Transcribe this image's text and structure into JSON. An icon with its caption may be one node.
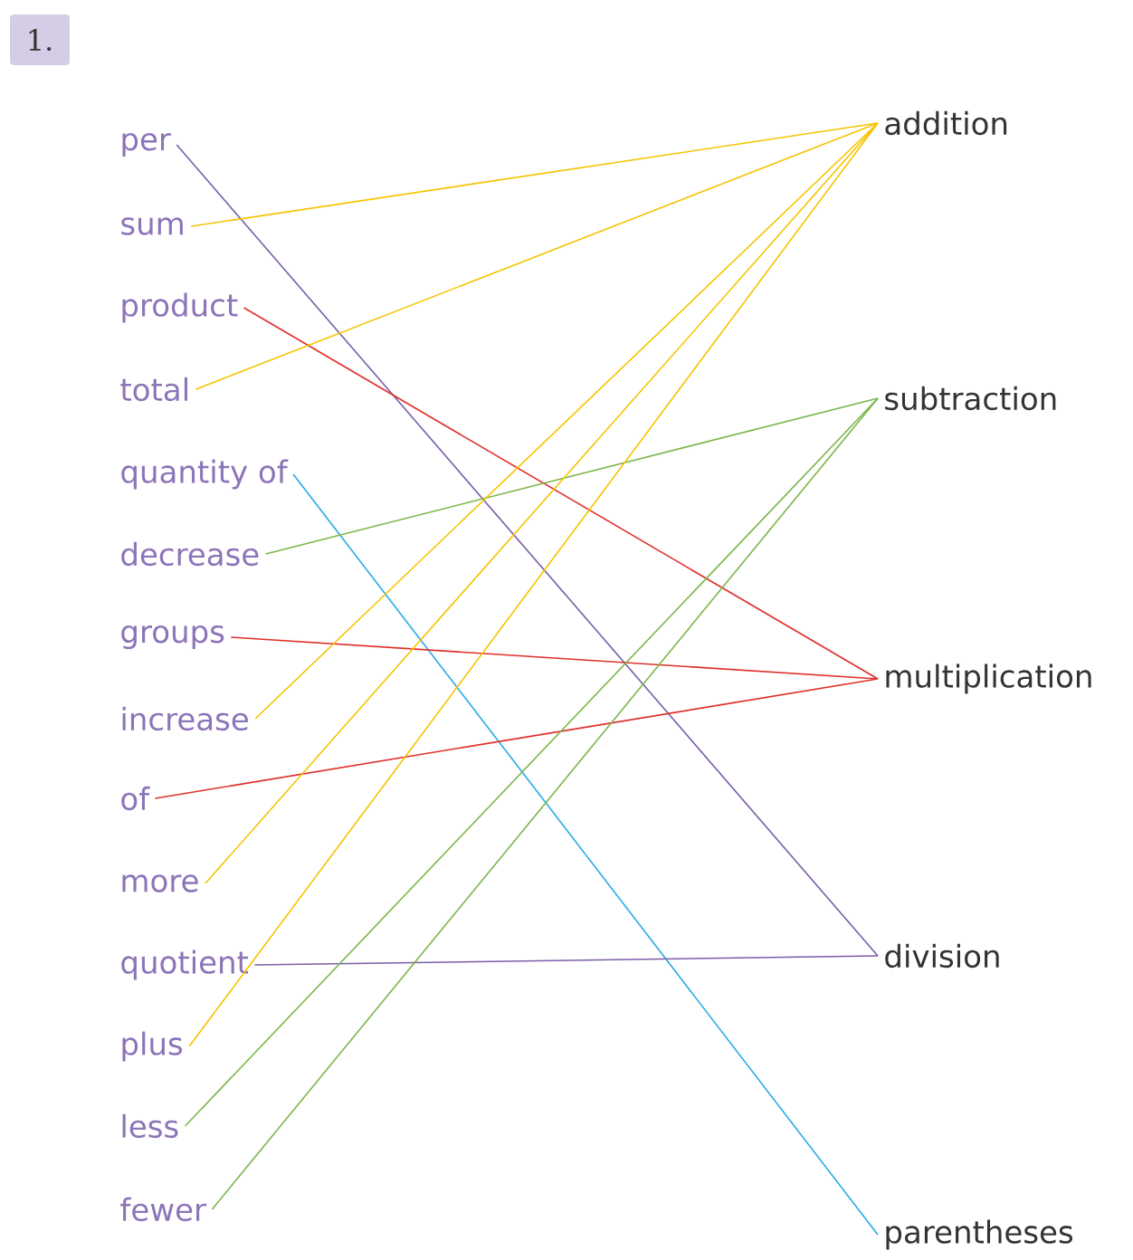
{
  "diagram": {
    "nodes": [
      {
        "text": [
          "per"
        ]
      },
      {
        "text": [
          "sum"
        ]
      },
      {
        "text": [
          "product"
        ]
      },
      {
        "text": [
          "total"
        ]
      },
      {
        "text": [
          "quantity of"
        ]
      },
      {
        "text": [
          "decrease"
        ]
      },
      {
        "text": [
          "groups"
        ]
      },
      {
        "text": [
          "increase"
        ]
      },
      {
        "text": [
          "of"
        ]
      },
      {
        "text": [
          "more"
        ]
      },
      {
        "text": [
          "quotient"
        ]
      },
      {
        "text": [
          "plus"
        ]
      },
      {
        "text": [
          "less"
        ]
      },
      {
        "text": [
          "fewer"
        ]
      },
      {
        "text": [
          "addition"
        ]
      },
      {
        "text": [
          "subtraction"
        ]
      },
      {
        "text": [
          "multiplication"
        ]
      },
      {
        "text": [
          "division"
        ]
      },
      {
        "text": [
          "parentheses"
        ]
      }
    ],
    "edges": [
      {
        "from": 0,
        "to": 17,
        "arrow": "none",
        "color": "#7b5ea7"
      },
      {
        "from": 1,
        "to": 14,
        "arrow": "none",
        "color": "#f5c400"
      },
      {
        "from": 2,
        "to": 16,
        "arrow": "none",
        "color": "#e0302a"
      },
      {
        "from": 3,
        "to": 14,
        "arrow": "none",
        "color": "#f5c400"
      },
      {
        "from": 4,
        "to": 18,
        "arrow": "none",
        "color": "#29abe2"
      },
      {
        "from": 5,
        "to": 15,
        "arrow": "none",
        "color": "#7ab648"
      },
      {
        "from": 6,
        "to": 16,
        "arrow": "none",
        "color": "#e0302a"
      },
      {
        "from": 7,
        "to": 14,
        "arrow": "none",
        "color": "#f5c400"
      },
      {
        "from": 8,
        "to": 16,
        "arrow": "none",
        "color": "#e0302a"
      },
      {
        "from": 9,
        "to": 14,
        "arrow": "none",
        "color": "#f5c400"
      },
      {
        "from": 10,
        "to": 17,
        "arrow": "none",
        "color": "#7b5ea7"
      },
      {
        "from": 11,
        "to": 14,
        "arrow": "none",
        "color": "#f5c400"
      },
      {
        "from": 12,
        "to": 15,
        "arrow": "none",
        "color": "#7ab648"
      },
      {
        "from": 13,
        "to": 15,
        "arrow": "none",
        "color": "#7ab648"
      }
    ],
    "labels": [
      "1."
    ]
  }
}
